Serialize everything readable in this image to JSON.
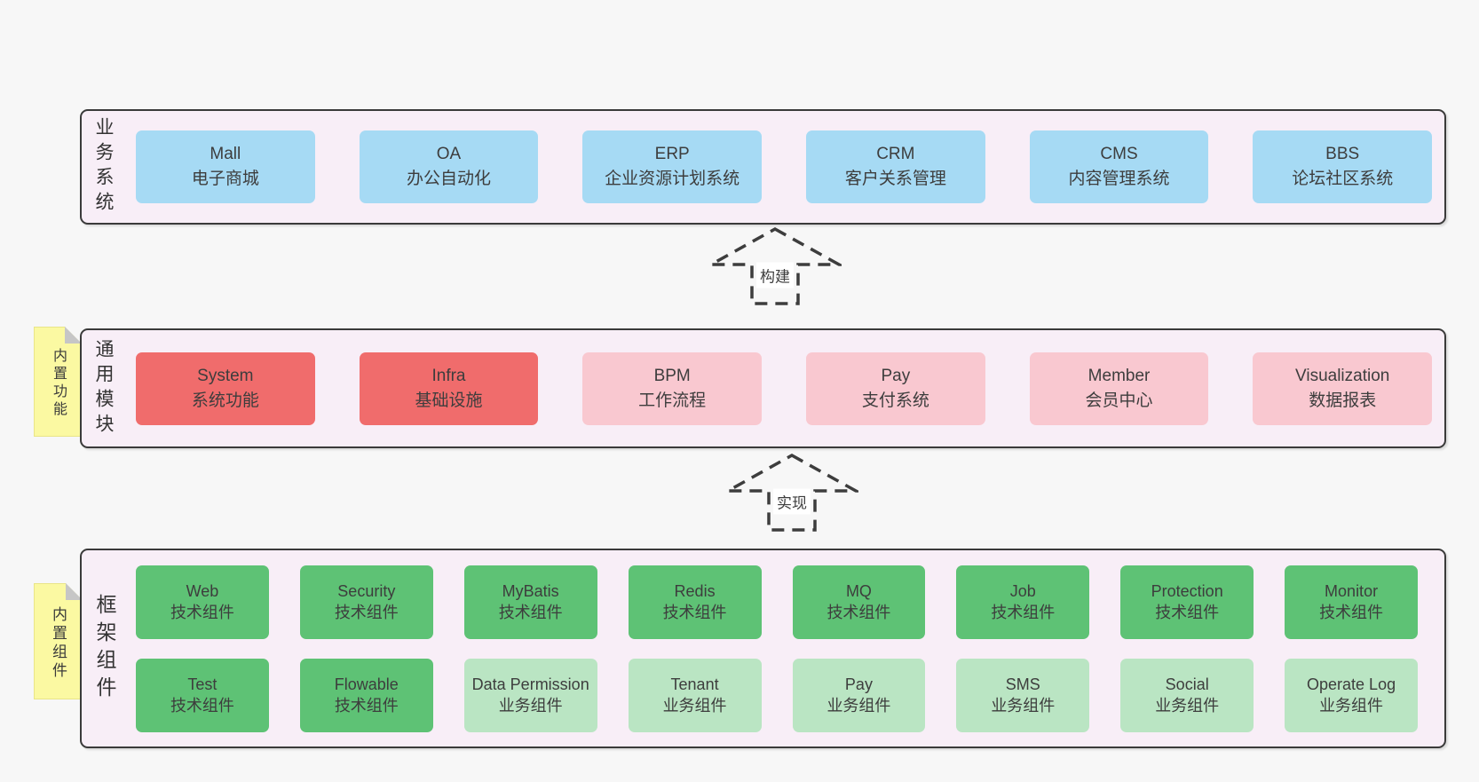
{
  "colors": {
    "page_background": "#f7f7f7",
    "band_background": "#f8eef7",
    "band_border": "#3a3a3a",
    "box_blue": "#a6daf4",
    "box_red": "#f06c6c",
    "box_pink": "#f9c8d0",
    "box_green_dark": "#5ec275",
    "box_green_light": "#bae5c3",
    "sticky_yellow": "#fbf9a2",
    "sticky_fold_gray": "#c6c6c6",
    "text": "#3d3d3d"
  },
  "bands": [
    {
      "label": "业务系统",
      "boxes": [
        {
          "en": "Mall",
          "zh": "电子商城",
          "variant": "blue"
        },
        {
          "en": "OA",
          "zh": "办公自动化",
          "variant": "blue"
        },
        {
          "en": "ERP",
          "zh": "企业资源计划系统",
          "variant": "blue"
        },
        {
          "en": "CRM",
          "zh": "客户关系管理",
          "variant": "blue"
        },
        {
          "en": "CMS",
          "zh": "内容管理系统",
          "variant": "blue"
        },
        {
          "en": "BBS",
          "zh": "论坛社区系统",
          "variant": "blue"
        }
      ]
    },
    {
      "label": "通用模块",
      "sticky": "内置功能",
      "boxes": [
        {
          "en": "System",
          "zh": "系统功能",
          "variant": "red"
        },
        {
          "en": "Infra",
          "zh": "基础设施",
          "variant": "red"
        },
        {
          "en": "BPM",
          "zh": "工作流程",
          "variant": "pink"
        },
        {
          "en": "Pay",
          "zh": "支付系统",
          "variant": "pink"
        },
        {
          "en": "Member",
          "zh": "会员中心",
          "variant": "pink"
        },
        {
          "en": "Visualization",
          "zh": "数据报表",
          "variant": "pink"
        }
      ]
    },
    {
      "label": "框架组件",
      "sticky": "内置组件",
      "rows": [
        [
          {
            "en": "Web",
            "zh": "技术组件",
            "variant": "green-dark"
          },
          {
            "en": "Security",
            "zh": "技术组件",
            "variant": "green-dark"
          },
          {
            "en": "MyBatis",
            "zh": "技术组件",
            "variant": "green-dark"
          },
          {
            "en": "Redis",
            "zh": "技术组件",
            "variant": "green-dark"
          },
          {
            "en": "MQ",
            "zh": "技术组件",
            "variant": "green-dark"
          },
          {
            "en": "Job",
            "zh": "技术组件",
            "variant": "green-dark"
          },
          {
            "en": "Protection",
            "zh": "技术组件",
            "variant": "green-dark"
          },
          {
            "en": "Monitor",
            "zh": "技术组件",
            "variant": "green-dark"
          }
        ],
        [
          {
            "en": "Test",
            "zh": "技术组件",
            "variant": "green-dark"
          },
          {
            "en": "Flowable",
            "zh": "技术组件",
            "variant": "green-dark"
          },
          {
            "en": "Data Permission",
            "zh": "业务组件",
            "variant": "green-light"
          },
          {
            "en": "Tenant",
            "zh": "业务组件",
            "variant": "green-light"
          },
          {
            "en": "Pay",
            "zh": "业务组件",
            "variant": "green-light"
          },
          {
            "en": "SMS",
            "zh": "业务组件",
            "variant": "green-light"
          },
          {
            "en": "Social",
            "zh": "业务组件",
            "variant": "green-light"
          },
          {
            "en": "Operate Log",
            "zh": "业务组件",
            "variant": "green-light"
          }
        ]
      ]
    }
  ],
  "arrows": [
    {
      "label": "构建"
    },
    {
      "label": "实现"
    }
  ]
}
